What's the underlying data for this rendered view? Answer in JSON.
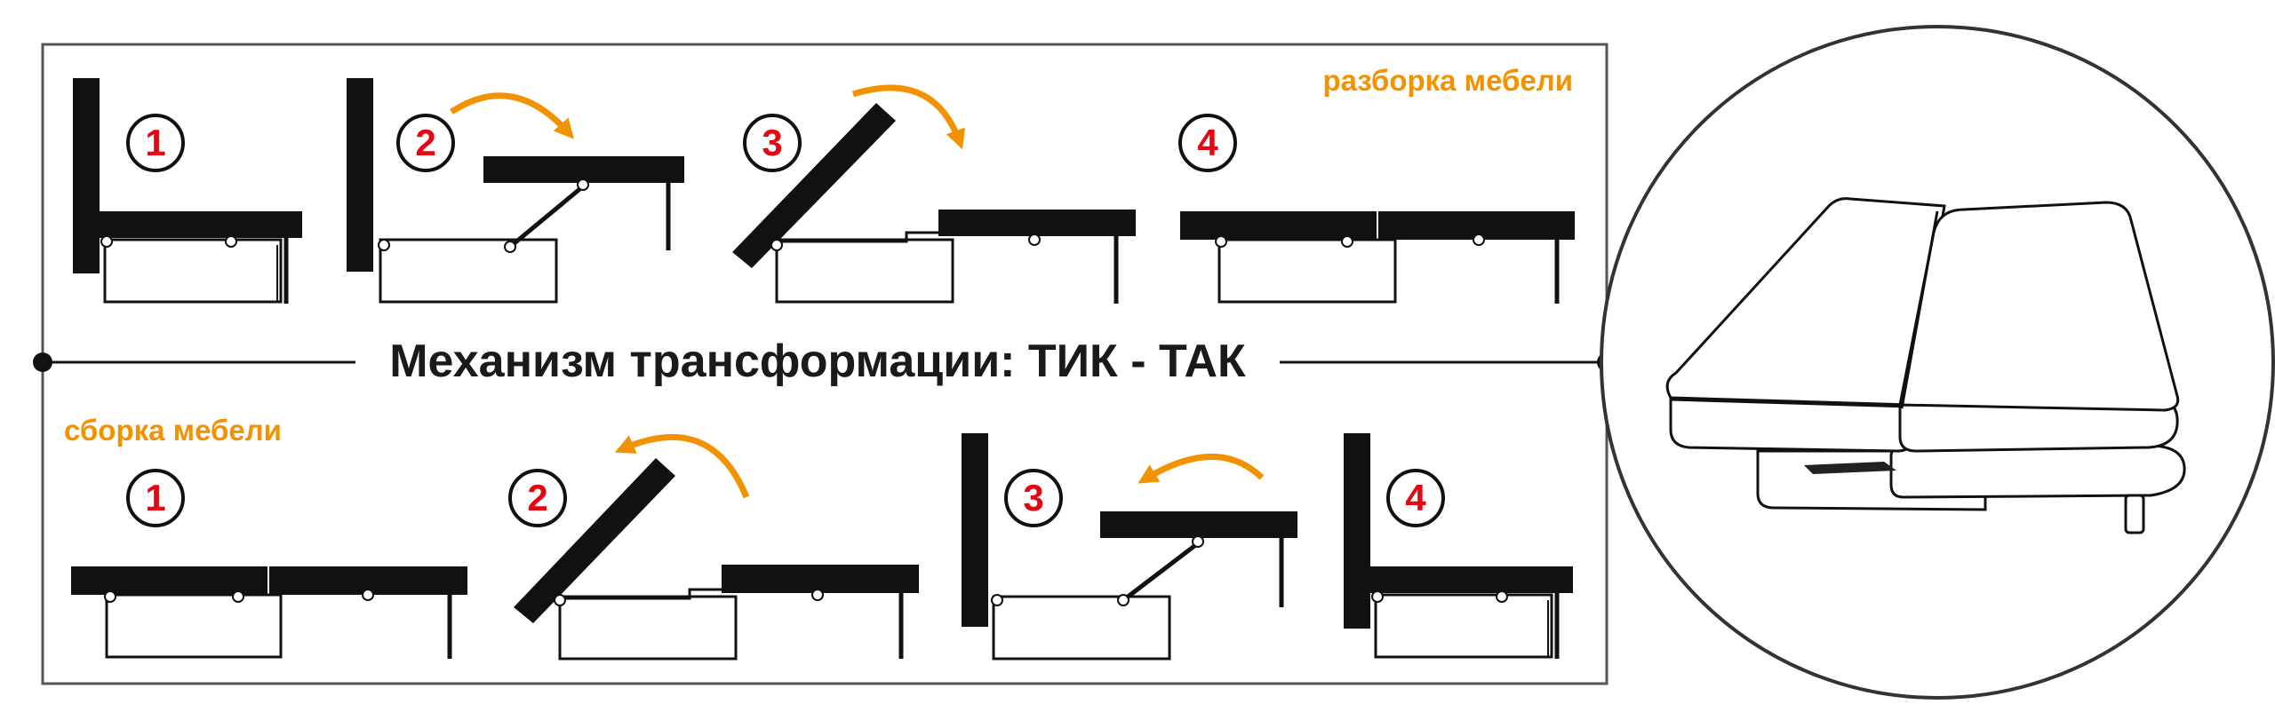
{
  "title": "Механизм трансформации: ТИК - ТАК",
  "disassembly": {
    "label": "разборка мебели",
    "steps": [
      {
        "number": "1"
      },
      {
        "number": "2"
      },
      {
        "number": "3"
      },
      {
        "number": "4"
      }
    ]
  },
  "assembly": {
    "label": "сборка мебели",
    "steps": [
      {
        "number": "1"
      },
      {
        "number": "2"
      },
      {
        "number": "3"
      },
      {
        "number": "4"
      }
    ]
  },
  "colors": {
    "accent": "#F39200",
    "number": "#E30613",
    "ink": "#111111"
  },
  "icons": [
    "arrow-clockwise-icon",
    "arrow-counterclockwise-icon"
  ]
}
